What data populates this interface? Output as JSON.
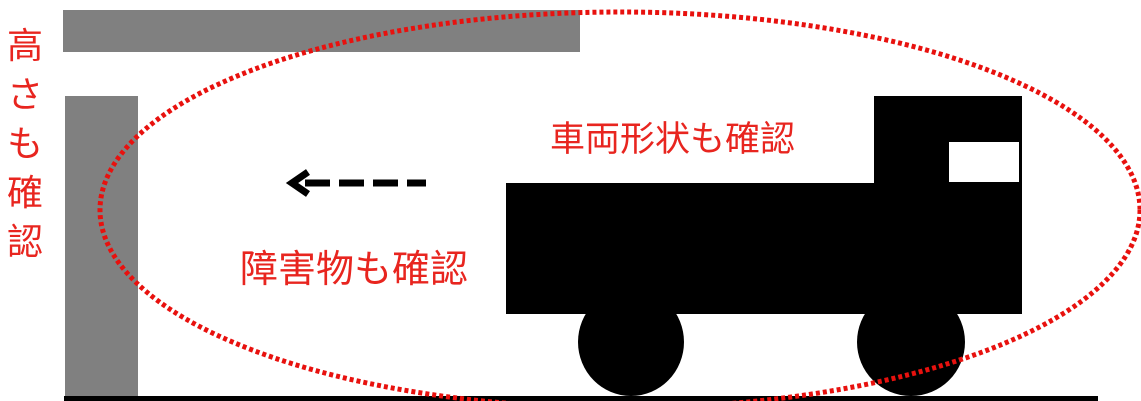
{
  "labels": {
    "height_check": "高さも確認",
    "vehicle_shape_check": "車両形状も確認",
    "obstacle_check": "障害物も確認"
  },
  "colors": {
    "text": "#e8251f",
    "ellipse": "#e8110e",
    "structure": "#808080",
    "truck": "#000000"
  }
}
